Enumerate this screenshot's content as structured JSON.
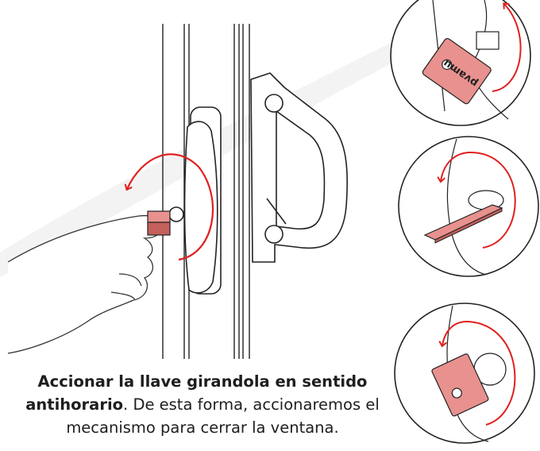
{
  "caption": {
    "bold_part": "Accionar la llave girandola en sentido antihorario",
    "rest": ". De esta forma, accionaremos el mecanismo para cerrar la ventana."
  },
  "key": {
    "brand_text": "pvamu"
  },
  "colors": {
    "arrow": "#e02020",
    "key_fill": "#e8918e",
    "key_dark": "#c4605c",
    "line": "#222222",
    "watermark": "#f0f0f0"
  },
  "icons": {
    "rotation_arrow": "counterclockwise-arrow-icon"
  }
}
